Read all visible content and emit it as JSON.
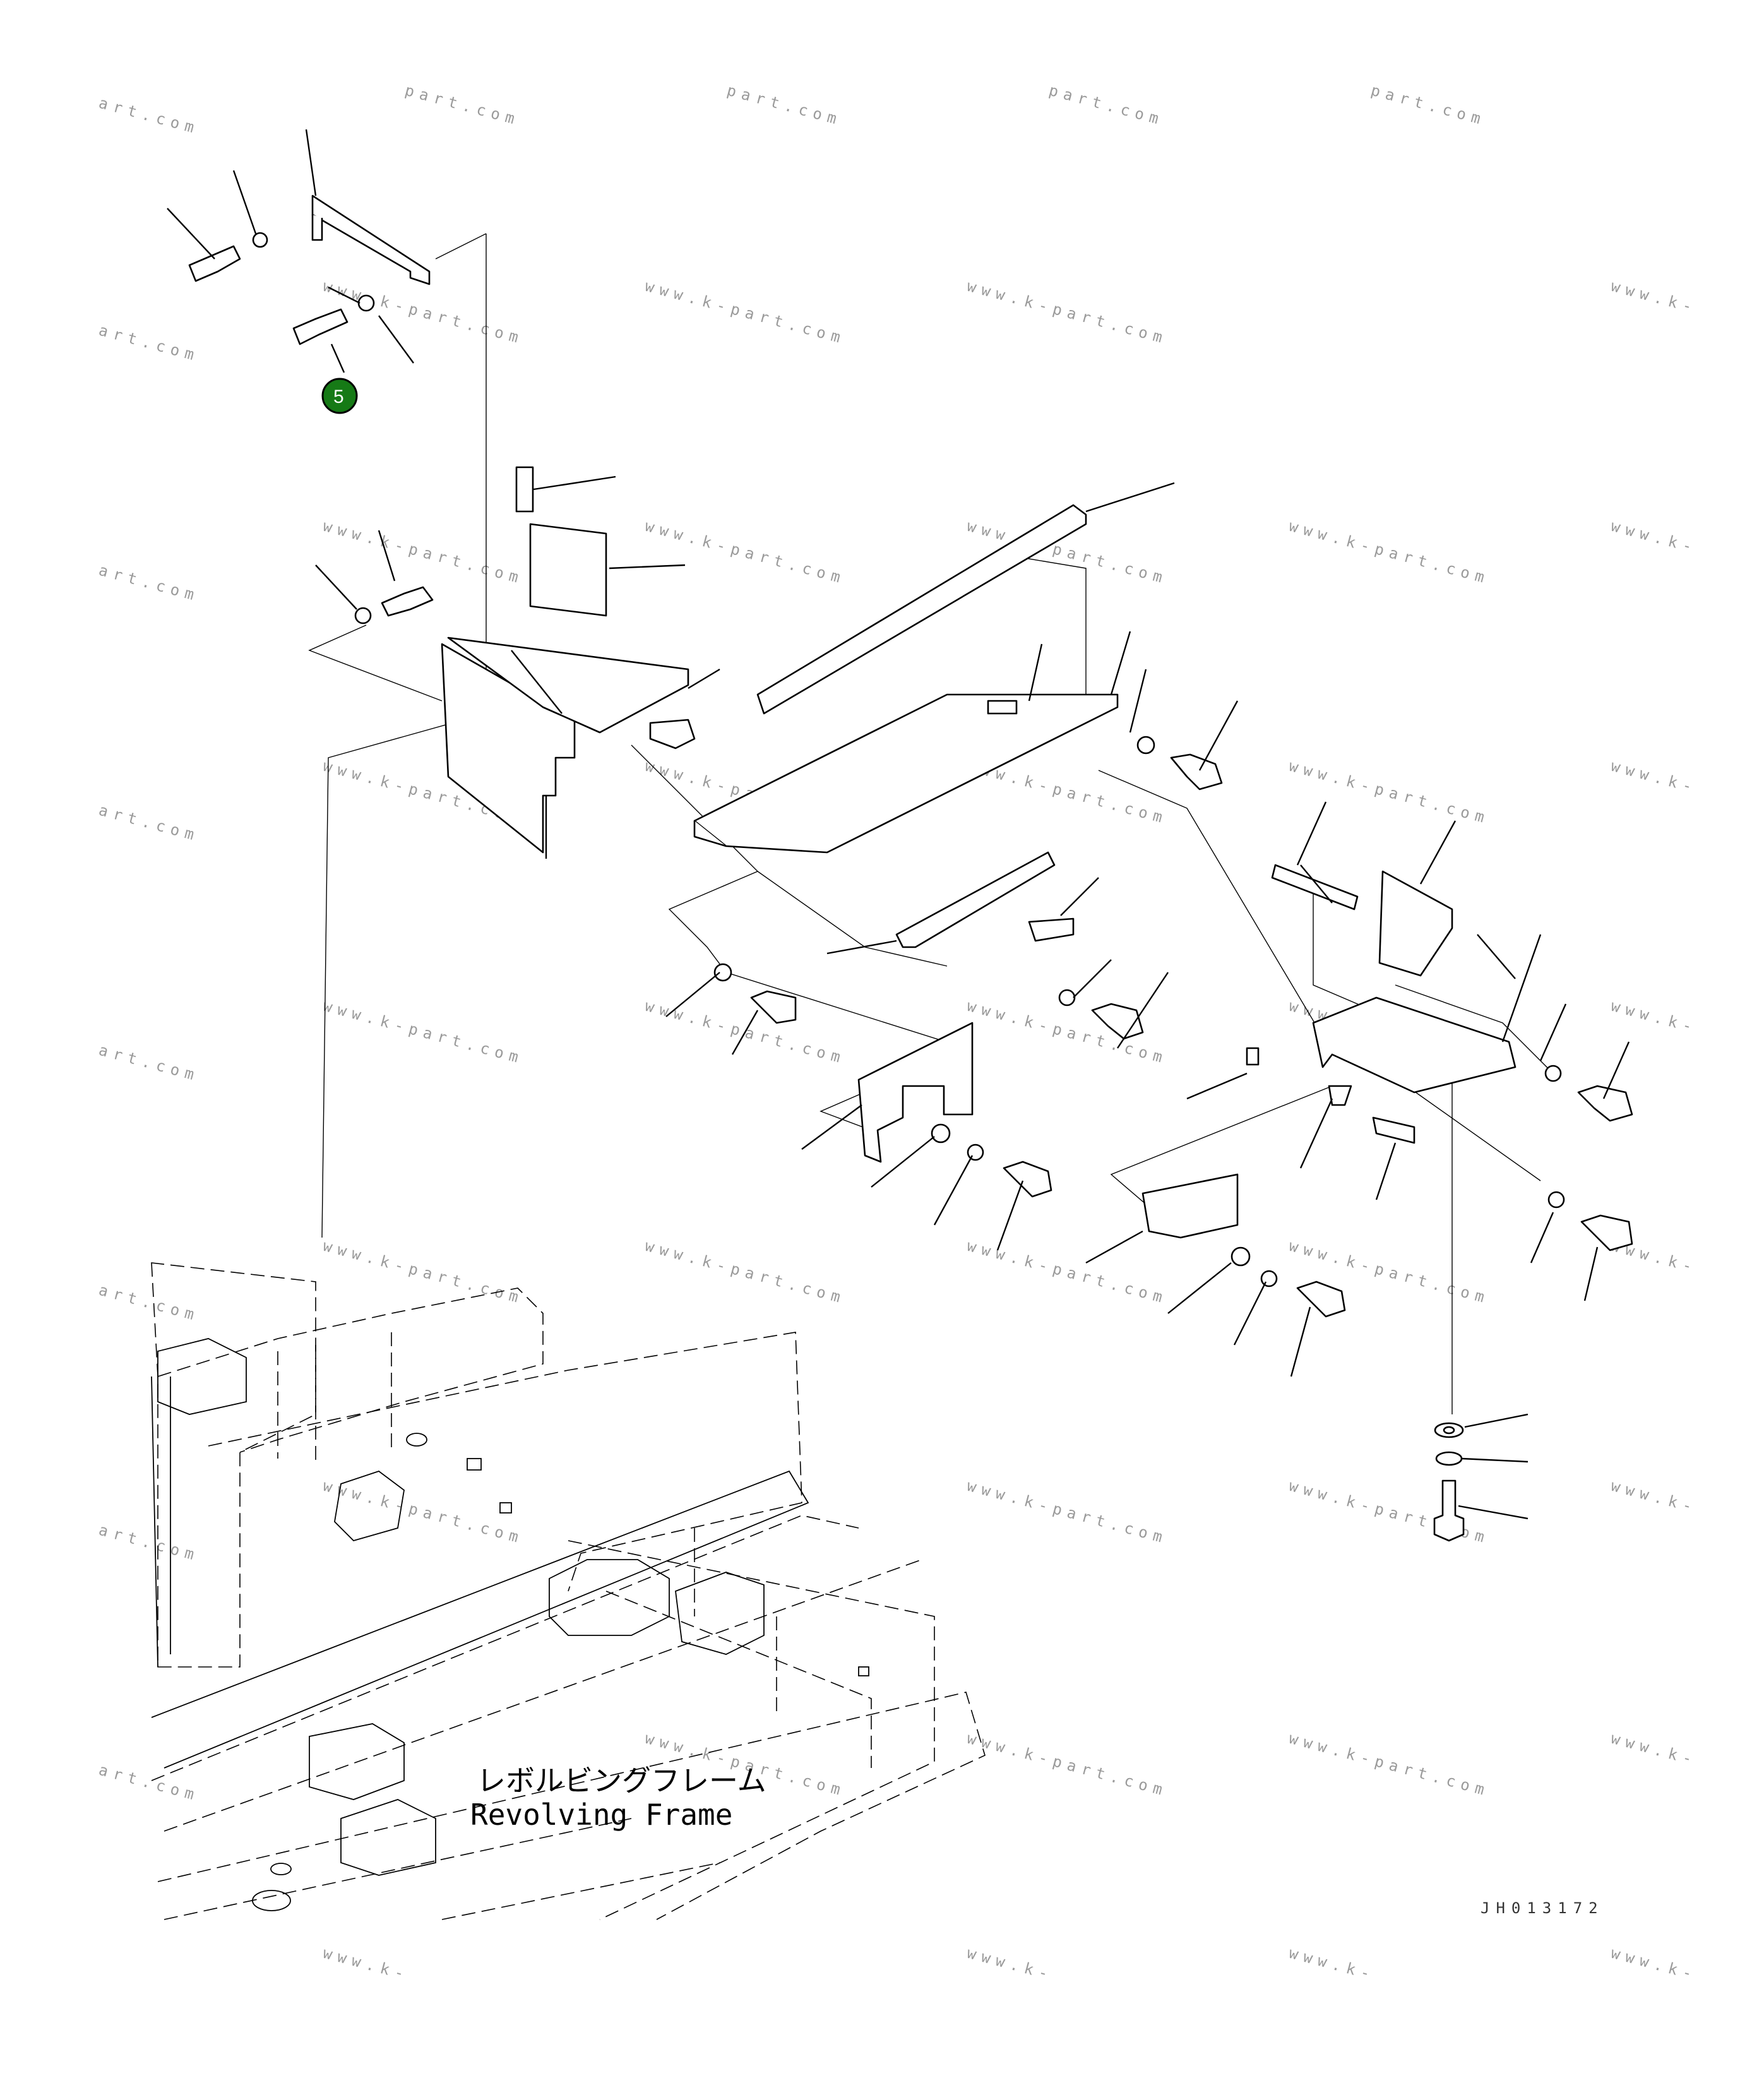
{
  "diagram": {
    "frame_label_jp": "レボルビングフレーム",
    "frame_label_en": "Revolving Frame",
    "drawing_code": "JH013172",
    "callout": {
      "number": "5",
      "color": "#167a16"
    }
  },
  "watermarks": [
    "art.com",
    "part.com",
    "part.com",
    "part.com",
    "part.com",
    "www.k-part.com",
    "www.k-part.com",
    "www.k-part.com",
    "www.k-"
  ]
}
